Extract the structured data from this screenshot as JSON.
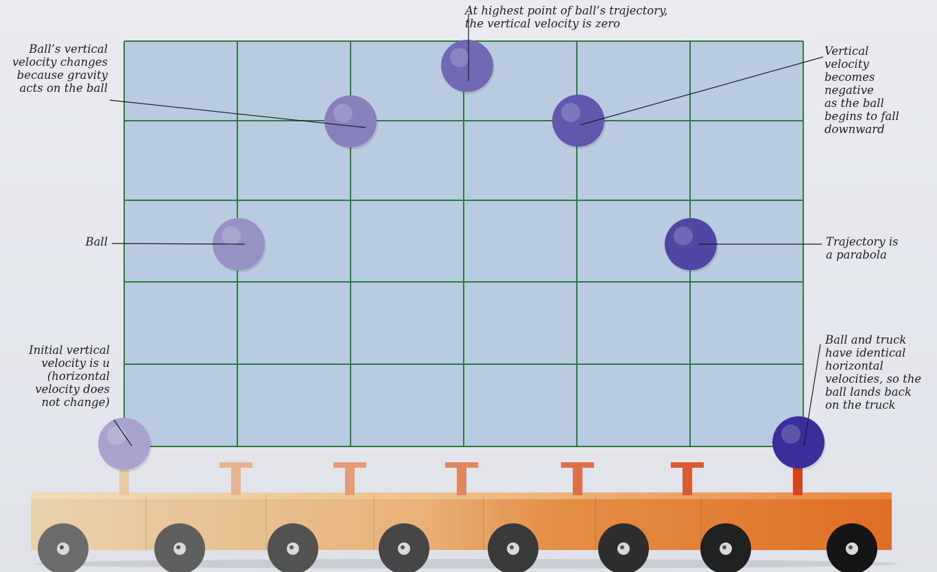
{
  "annotations": {
    "top": "At highest point of ball’s trajectory,\nthe vertical velocity is zero",
    "gravity": "Ball’s vertical\nvelocity changes\nbecause gravity\nacts on the ball",
    "negative": "Vertical\nvelocity\nbecomes\nnegative\nas the ball\nbegins to fall\ndownward",
    "ball": "Ball",
    "parabola": "Trajectory is\na parabola",
    "initial": "Initial vertical\nvelocity is u\n(horizontal\nvelocity does\nnot change)",
    "identical": "Ball and truck\nhave identical\nhorizontal\nvelocities, so the\nball lands back\non the truck"
  },
  "colors": {
    "grid_fill": "#b9cbe0",
    "grid_line": "#2f7a3a",
    "truck_light": "#e6c79a",
    "truck_dark": "#e07a2e",
    "ball_light": "#a7a3cc",
    "ball_dark": "#3a2f9a"
  },
  "grid": {
    "columns": 6,
    "rows": 5
  },
  "balls": [
    {
      "name": "start-ball",
      "tone": 0.0
    },
    {
      "name": "rising-ball",
      "tone": 0.15
    },
    {
      "name": "upper-ball",
      "tone": 0.3
    },
    {
      "name": "apex-ball",
      "tone": 0.5
    },
    {
      "name": "descending-upper-ball",
      "tone": 0.65
    },
    {
      "name": "descending-ball",
      "tone": 0.8
    },
    {
      "name": "landing-ball",
      "tone": 1.0
    }
  ]
}
